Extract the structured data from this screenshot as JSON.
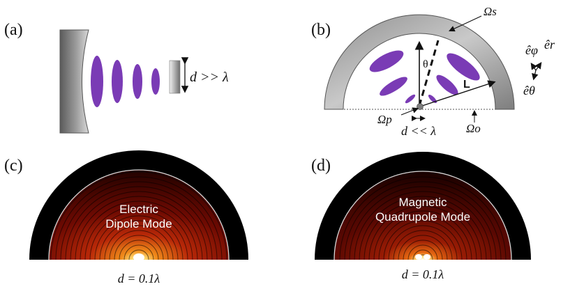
{
  "panels": {
    "a": {
      "label": "(a)",
      "condition": "d >> λ",
      "mode_color": "#7a3bb5"
    },
    "b": {
      "label": "(b)",
      "omega_s": "Ωs",
      "omega_p": "Ωp",
      "omega_o": "Ωo",
      "theta": "θ",
      "length": "L",
      "condition": "d << λ",
      "e_phi": "êφ",
      "e_r": "êr",
      "e_theta": "êθ",
      "mode_color": "#7a3bb5"
    },
    "c": {
      "label": "(c)",
      "mode_line1": "Electric",
      "mode_line2": "Dipole Mode",
      "caption": "d = 0.1λ"
    },
    "d": {
      "label": "(d)",
      "mode_line1": "Magnetic",
      "mode_line2": "Quadrupole Mode",
      "caption": "d = 0.1λ"
    }
  }
}
